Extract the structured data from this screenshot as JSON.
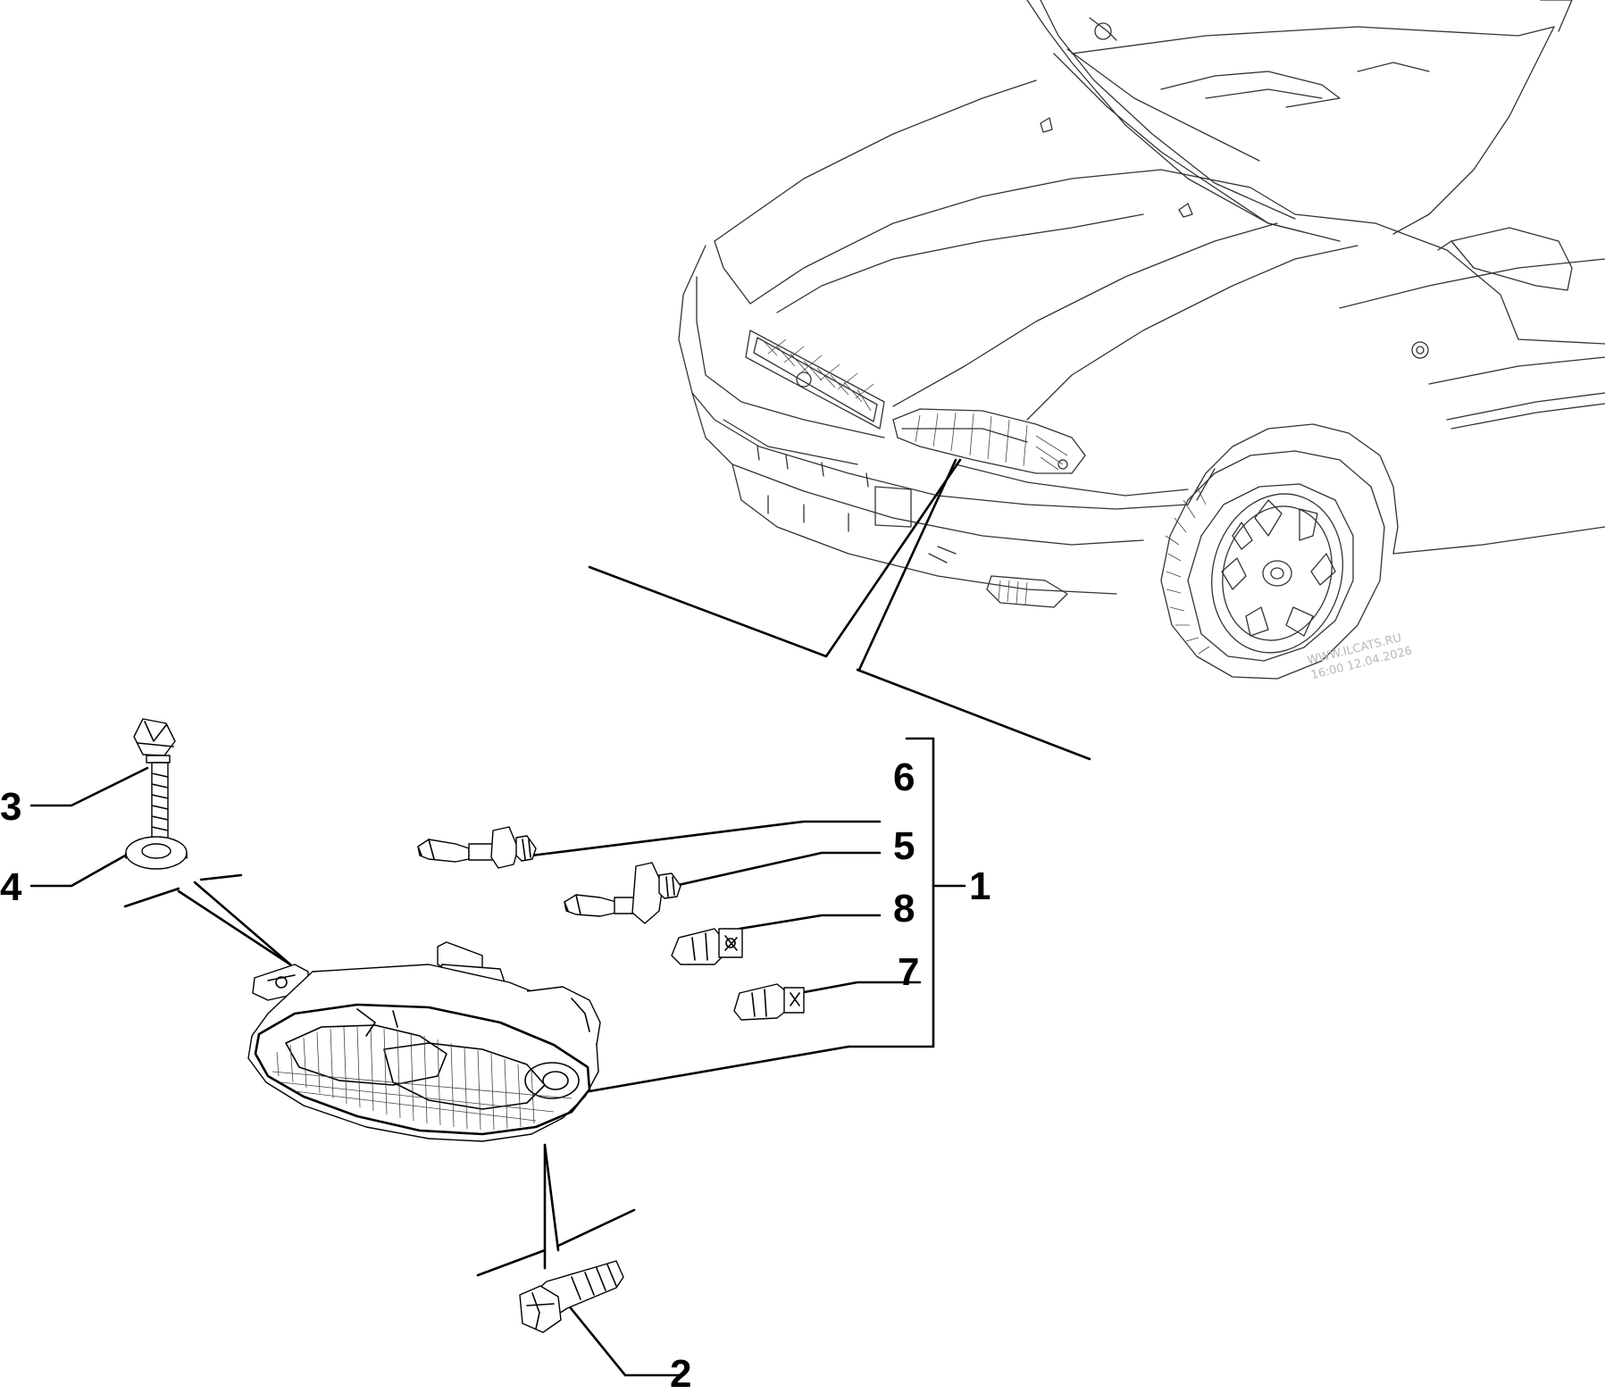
{
  "diagram": {
    "callouts": [
      {
        "id": "1",
        "label": "1"
      },
      {
        "id": "2",
        "label": "2"
      },
      {
        "id": "3",
        "label": "3"
      },
      {
        "id": "4",
        "label": "4"
      },
      {
        "id": "5",
        "label": "5"
      },
      {
        "id": "6",
        "label": "6"
      },
      {
        "id": "7",
        "label": "7"
      },
      {
        "id": "8",
        "label": "8"
      }
    ],
    "watermark": {
      "line1": "WWW.ILCATS.RU",
      "line2": "16:00 12.04.2026"
    }
  },
  "colors": {
    "line": "#000000",
    "background": "#ffffff",
    "watermark": "#b8b8b8"
  }
}
